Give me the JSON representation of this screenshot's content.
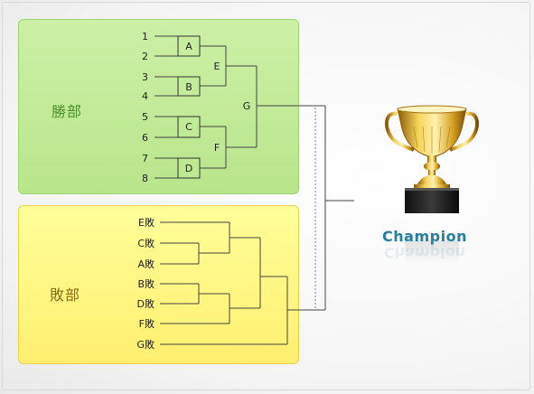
{
  "sections": {
    "winners": "勝部",
    "losers": "敗部"
  },
  "winners_seeds": [
    "1",
    "2",
    "3",
    "4",
    "5",
    "6",
    "7",
    "8"
  ],
  "winners_matches": {
    "a": "A",
    "b": "B",
    "c": "C",
    "d": "D",
    "e": "E",
    "f": "F",
    "g": "G"
  },
  "losers_entries": [
    "E敗",
    "C敗",
    "A敗",
    "B敗",
    "D敗",
    "F敗",
    "G敗"
  ],
  "champion": "Champion",
  "colors": {
    "winners_bg": "#c2eb98",
    "losers_bg": "#fff783",
    "champion_text": "#2a7f9e",
    "line": "#444444",
    "dotted_line": "#4a90d9"
  }
}
